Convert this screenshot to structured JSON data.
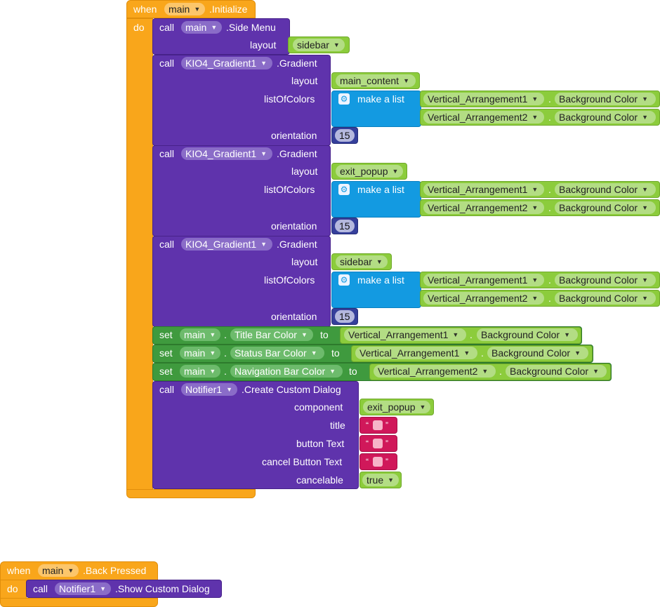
{
  "event1": {
    "when": "when",
    "component": "main",
    "event": ".Initialize",
    "do": "do"
  },
  "sidemenu": {
    "call": "call",
    "component": "main",
    "method": ".Side Menu",
    "layout_label": "layout",
    "layout_value": "sidebar"
  },
  "gradient1": {
    "call": "call",
    "component": "KIO4_Gradient1",
    "method": ".Gradient",
    "layout_label": "layout",
    "layout_value": "main_content",
    "colors_label": "listOfColors",
    "make_list": "make a list",
    "item1_comp": "Vertical_Arrangement1",
    "item1_prop": "Background Color",
    "item2_comp": "Vertical_Arrangement2",
    "item2_prop": "Background Color",
    "orientation_label": "orientation",
    "orientation_value": "15"
  },
  "gradient2": {
    "call": "call",
    "component": "KIO4_Gradient1",
    "method": ".Gradient",
    "layout_label": "layout",
    "layout_value": "exit_popup",
    "colors_label": "listOfColors",
    "make_list": "make a list",
    "item1_comp": "Vertical_Arrangement1",
    "item1_prop": "Background Color",
    "item2_comp": "Vertical_Arrangement2",
    "item2_prop": "Background Color",
    "orientation_label": "orientation",
    "orientation_value": "15"
  },
  "gradient3": {
    "call": "call",
    "component": "KIO4_Gradient1",
    "method": ".Gradient",
    "layout_label": "layout",
    "layout_value": "sidebar",
    "colors_label": "listOfColors",
    "make_list": "make a list",
    "item1_comp": "Vertical_Arrangement1",
    "item1_prop": "Background Color",
    "item2_comp": "Vertical_Arrangement2",
    "item2_prop": "Background Color",
    "orientation_label": "orientation",
    "orientation_value": "15"
  },
  "set1": {
    "set": "set",
    "component": "main",
    "prop": "Title Bar Color",
    "to": "to",
    "v_comp": "Vertical_Arrangement1",
    "v_prop": "Background Color"
  },
  "set2": {
    "set": "set",
    "component": "main",
    "prop": "Status Bar Color",
    "to": "to",
    "v_comp": "Vertical_Arrangement1",
    "v_prop": "Background Color"
  },
  "set3": {
    "set": "set",
    "component": "main",
    "prop": "Navigation Bar Color",
    "to": "to",
    "v_comp": "Vertical_Arrangement2",
    "v_prop": "Background Color"
  },
  "dialog": {
    "call": "call",
    "component": "Notifier1",
    "method": ".Create Custom Dialog",
    "component_label": "component",
    "component_value": "exit_popup",
    "title_label": "title",
    "button_label": "button Text",
    "cancel_label": "cancel Button Text",
    "cancelable_label": "cancelable",
    "cancelable_value": "true",
    "quote_open": "“",
    "quote_close": "”"
  },
  "event2": {
    "when": "when",
    "component": "main",
    "event": ".Back Pressed",
    "do": "do",
    "call": "call",
    "call_component": "Notifier1",
    "call_method": ".Show Custom Dialog"
  },
  "dot": ".",
  "colors": {
    "event": "#f9a61b",
    "procedure": "#5f33ac",
    "setter": "#3f9a3e",
    "component": "#8ccc3c",
    "list": "#139ae1",
    "math": "#353f9b",
    "text": "#d0185a"
  }
}
